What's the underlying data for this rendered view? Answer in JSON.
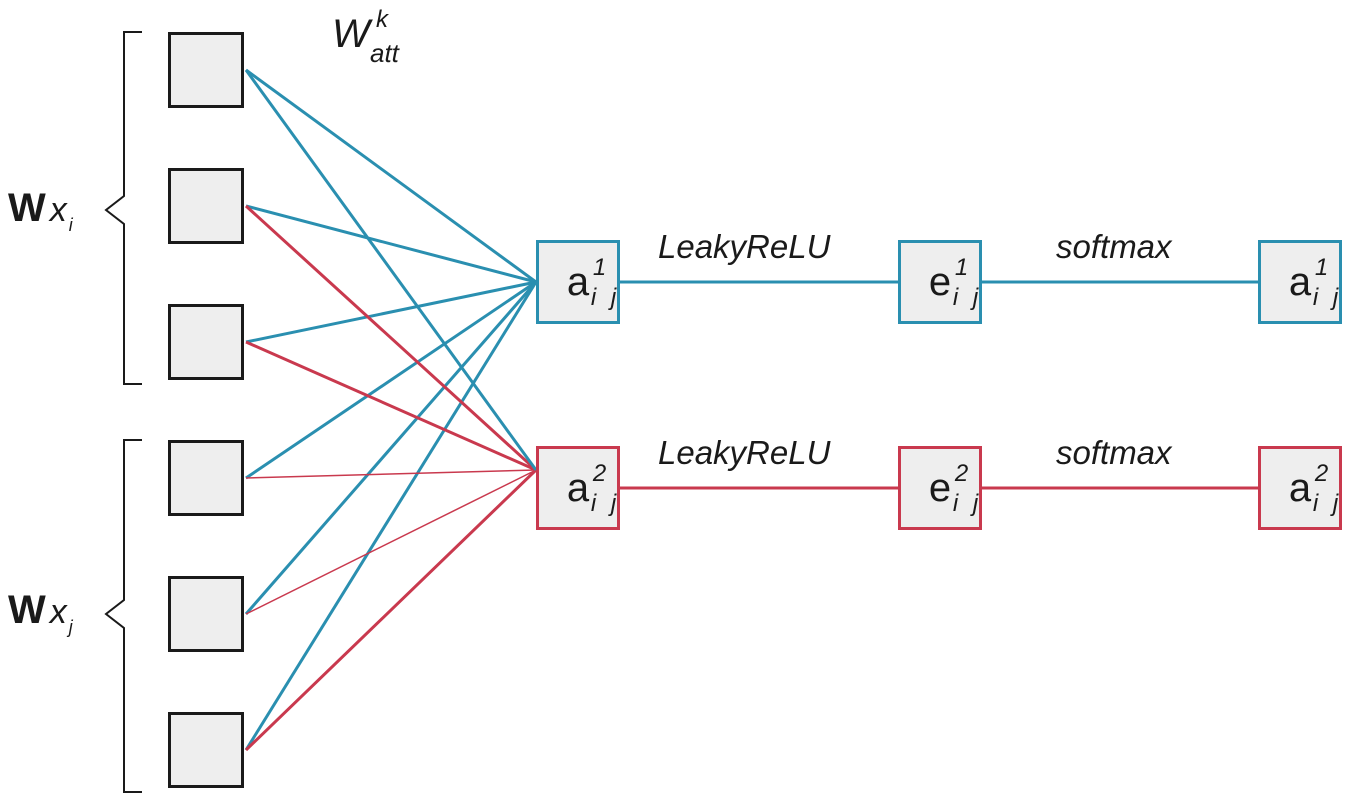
{
  "colors": {
    "head1": "#2a8fb0",
    "head2": "#c9394e",
    "box_fill": "#eeeeee",
    "ink": "#1a1a1a"
  },
  "weight_label": {
    "base": "W",
    "sup": "k",
    "sub": "att"
  },
  "groups": [
    {
      "bold": "W",
      "var": "x",
      "sub": "i"
    },
    {
      "bold": "W",
      "var": "x",
      "sub": "j"
    }
  ],
  "heads": [
    {
      "a_base": "a",
      "a_sup": "1",
      "a_sub": "i j",
      "op1": "LeakyReLU",
      "e_base": "e",
      "e_sup": "1",
      "e_sub": "i j",
      "op2": "softmax",
      "out_base": "a",
      "out_sup": "1",
      "out_sub": "i j"
    },
    {
      "a_base": "a",
      "a_sup": "2",
      "a_sub": "i j",
      "op1": "LeakyReLU",
      "e_base": "e",
      "e_sup": "2",
      "e_sub": "i j",
      "op2": "softmax",
      "out_base": "a",
      "out_sup": "2",
      "out_sub": "i j"
    }
  ]
}
